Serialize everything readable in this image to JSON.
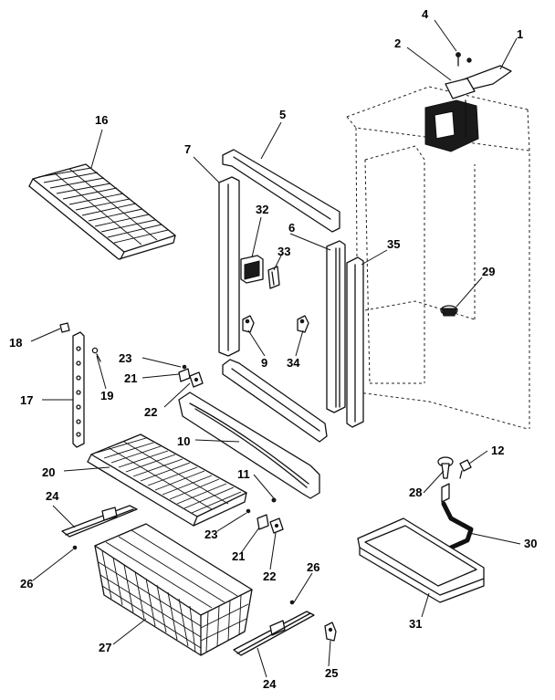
{
  "diagram": {
    "callouts": {
      "c1": "1",
      "c2": "2",
      "c4": "4",
      "c5": "5",
      "c6": "6",
      "c7": "7",
      "c9": "9",
      "c10": "10",
      "c11": "11",
      "c12": "12",
      "c16": "16",
      "c17": "17",
      "c18": "18",
      "c19": "19",
      "c20": "20",
      "c21a": "21",
      "c21b": "21",
      "c22a": "22",
      "c22b": "22",
      "c23a": "23",
      "c23b": "23",
      "c24a": "24",
      "c24b": "24",
      "c25": "25",
      "c26a": "26",
      "c26b": "26",
      "c27": "27",
      "c28": "28",
      "c29": "29",
      "c30": "30",
      "c31": "31",
      "c32": "32",
      "c33": "33",
      "c34": "34",
      "c35": "35"
    }
  }
}
